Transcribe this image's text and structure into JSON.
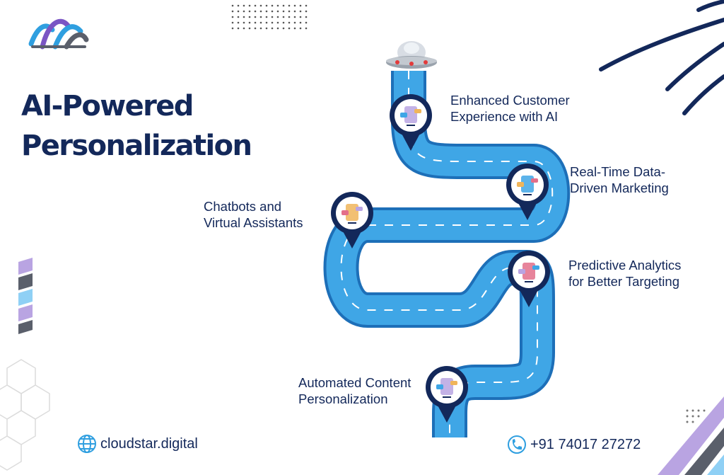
{
  "title": {
    "line1": "AI-Powered",
    "line2": "Personalization"
  },
  "steps": [
    {
      "line1": "Enhanced Customer",
      "line2": "Experience with AI",
      "icon": "customer-experience-icon"
    },
    {
      "line1": "Real-Time Data-",
      "line2": "Driven Marketing",
      "icon": "data-marketing-icon"
    },
    {
      "line1": "Chatbots and",
      "line2": "Virtual Assistants",
      "icon": "chatbot-icon"
    },
    {
      "line1": "Predictive Analytics",
      "line2": "for Better Targeting",
      "icon": "analytics-icon"
    },
    {
      "line1": "Automated Content",
      "line2": "Personalization",
      "icon": "content-icon"
    }
  ],
  "footer": {
    "website": "cloudstar.digital",
    "phone": "+91 74017 27272"
  },
  "colors": {
    "navy": "#13285a",
    "road": "#3fa6e6",
    "purple": "#b9a4e2",
    "lightblue": "#8fd0f5",
    "grey": "#5a5f6b"
  }
}
